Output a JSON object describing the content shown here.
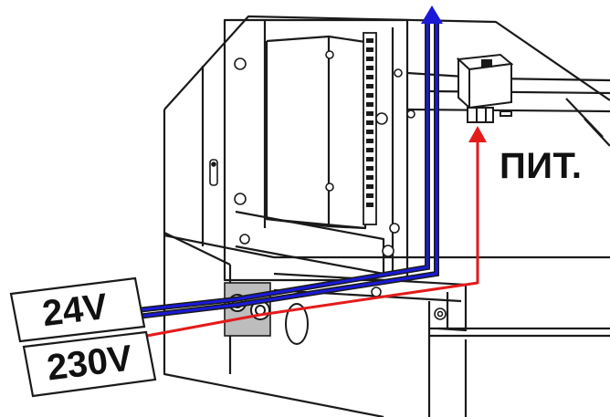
{
  "labels": {
    "voltage_low": "24V",
    "voltage_high": "230V",
    "supply": "ПИТ."
  },
  "colors": {
    "low_voltage_wire": "#1a1ad6",
    "high_voltage_wire": "#e31b1b",
    "outline": "#1a1a1a",
    "panel_fill": "#efefef",
    "gland_plate": "#bdbdbd"
  }
}
